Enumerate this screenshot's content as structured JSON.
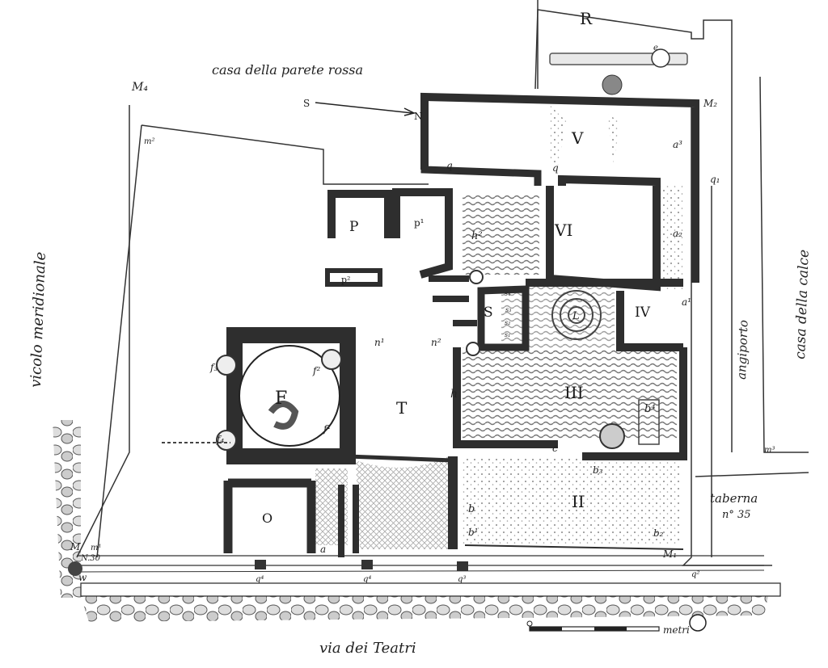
{
  "streets": {
    "north": "casa della parete rossa",
    "west": "vicolo meridionale",
    "east_lane": "angiporto",
    "east_house": "casa della calce",
    "south": "via dei Teatri",
    "shop": "taberna",
    "shop_number": "n° 35"
  },
  "rooms": {
    "R": "R",
    "V": "V",
    "VI": "VI",
    "IV": "IV",
    "III": "III",
    "II": "II",
    "P": "P",
    "p1": "p¹",
    "p2": "p²",
    "S": "S",
    "F": "F",
    "T": "T",
    "O": "O"
  },
  "marks": {
    "M4": "M₄",
    "M2": "M₂",
    "M1": "M₁",
    "M": "M",
    "m1": "m¹",
    "m2": "m²",
    "m3": "m³",
    "N30": "N.30",
    "a": "a",
    "a1": "a¹",
    "a2": "a₂",
    "a3": "a³",
    "b": "b",
    "b1": "b¹",
    "b2": "b₂",
    "b3": "b₃",
    "b4": "b⁴",
    "c": "c",
    "h": "h",
    "h2": "h²",
    "f1": "f¹",
    "f2": "f²",
    "f3": "f₃",
    "f4": "f₄",
    "n1": "n¹",
    "n2": "n²",
    "q": "q",
    "q_b": "q",
    "q1": "q₁",
    "q2": "q²",
    "q3": "q³",
    "q4": "q⁴",
    "q4b": "q⁴",
    "w": "w",
    "e": "e",
    "L": "L",
    "s1": "s₁",
    "s2": "s₂",
    "s3": "s₃",
    "s4": "s₄"
  },
  "orientation": {
    "from": "S",
    "to": "N"
  },
  "scale": {
    "unit": "metri"
  },
  "colors": {
    "ink": "#2e2e2e",
    "paper": "#ffffff",
    "hatch": "#9a9a9a"
  }
}
